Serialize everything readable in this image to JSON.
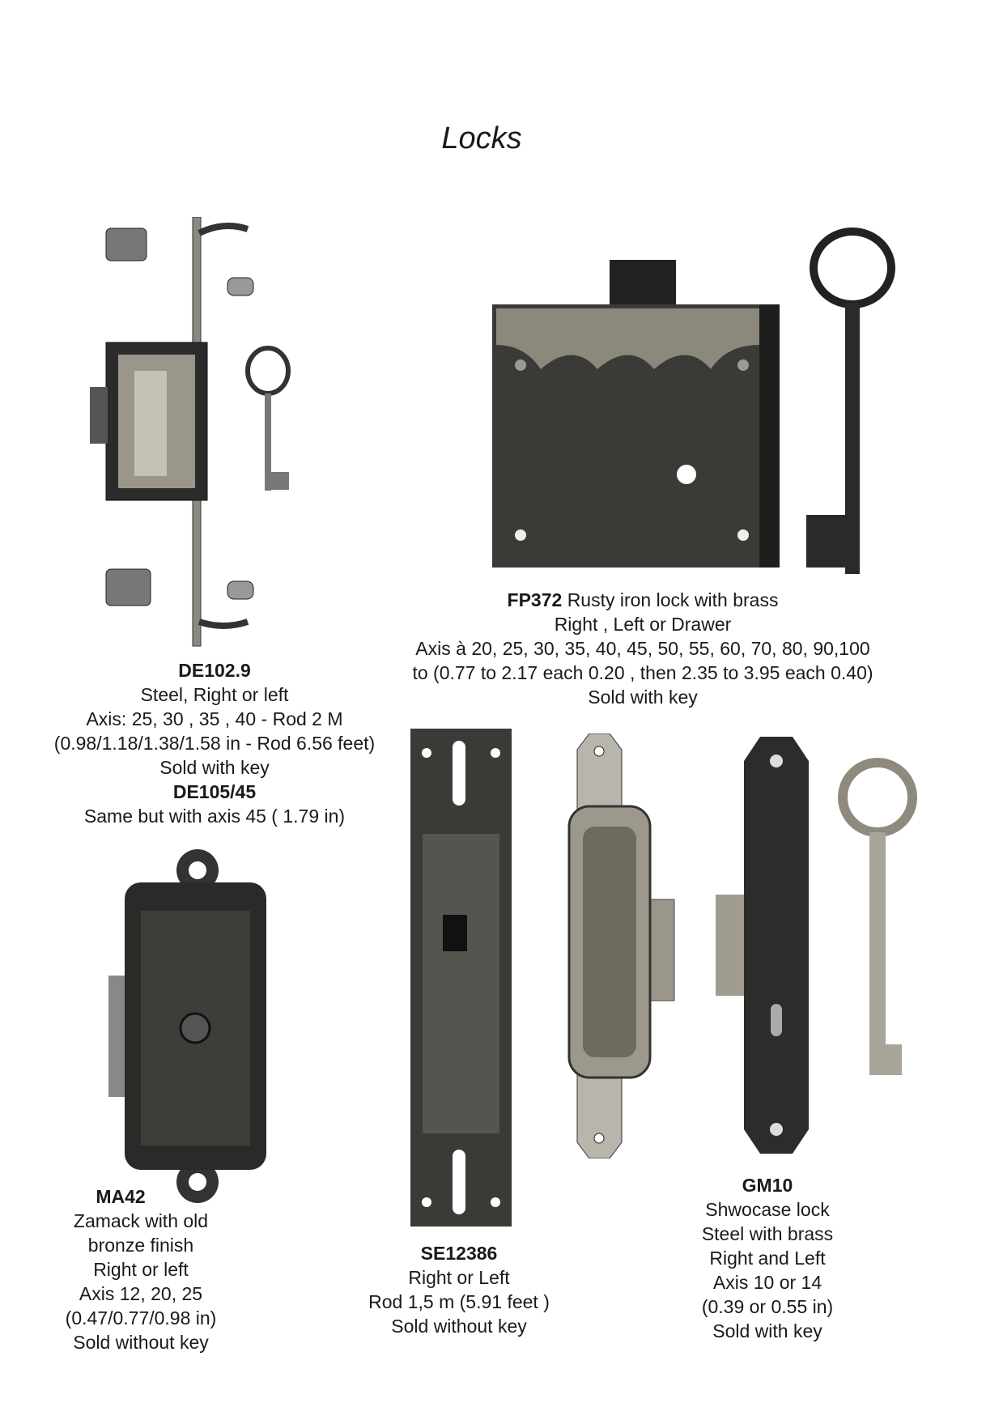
{
  "page": {
    "title": "Locks"
  },
  "products": {
    "de102": {
      "code": "DE102.9",
      "lines": [
        "Steel, Right or left",
        "Axis: 25, 30 , 35 , 40 -  Rod 2 M",
        "(0.98/1.18/1.38/1.58 in - Rod 6.56 feet)",
        "Sold with key"
      ],
      "variant_code": "DE105/45",
      "variant_line": "Same but with axis 45 ( 1.79 in)"
    },
    "fp372": {
      "code": "FP372",
      "headline": " Rusty iron lock with brass",
      "lines": [
        "Right , Left or Drawer",
        "Axis à 20, 25, 30, 35, 40, 45, 50, 55, 60, 70, 80, 90,100",
        "to (0.77 to 2.17 each 0.20 , then 2.35 to 3.95 each 0.40)",
        "Sold with key"
      ]
    },
    "ma42": {
      "code": "MA42",
      "lines": [
        "Zamack with old",
        "bronze finish",
        "Right or left",
        "Axis  12, 20, 25",
        "(0.47/0.77/0.98 in)",
        "Sold without key"
      ]
    },
    "se12386": {
      "code": "SE12386",
      "lines": [
        "Right or Left",
        "Rod 1,5 m (5.91 feet )",
        "Sold without key"
      ]
    },
    "gm10": {
      "code": "GM10",
      "lines": [
        "Shwocase lock",
        "Steel with brass",
        " Right and Left",
        "Axis  10 or 14",
        " (0.39 or 0.55 in)",
        "Sold with key"
      ]
    }
  }
}
